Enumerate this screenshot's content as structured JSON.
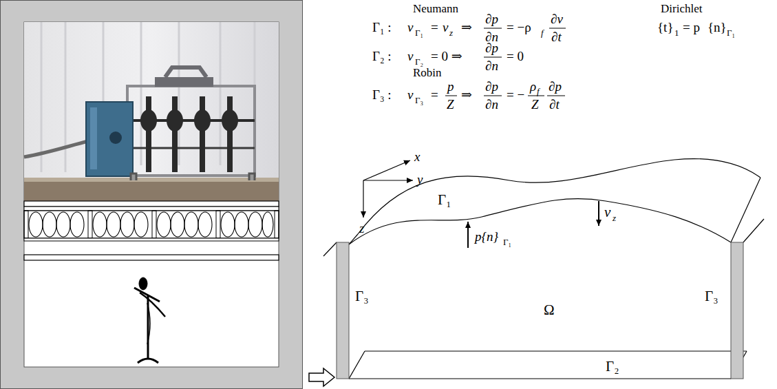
{
  "diagram": {
    "labels": [
      "Neumann",
      "Dirichlet",
      "Γ₁ :",
      "v",
      "Γ₁",
      "=",
      "v",
      "z",
      "⇒",
      "∂p",
      "∂n",
      "= −ρ",
      "f",
      "∂v",
      "∂t",
      "{t}",
      "1",
      "= p",
      "{n}",
      "Γ₁",
      "Γ₂ :",
      "v",
      "Γ₂",
      "= 0 ⇒",
      "∂p",
      "∂n",
      "= 0",
      "Robin",
      "Γ₃ :",
      "v",
      "Γ₃",
      "=",
      "p",
      "Z",
      "⇒",
      "∂p",
      "∂n",
      "= −",
      "ρ",
      "f",
      "Z",
      "∂p",
      "∂t",
      "x",
      "y",
      "z",
      "Γ₁",
      "v",
      "z",
      "p{n}",
      "Γ₁",
      "Γ₃",
      "Ω",
      "Γ₃",
      "Γ₂"
    ]
  }
}
